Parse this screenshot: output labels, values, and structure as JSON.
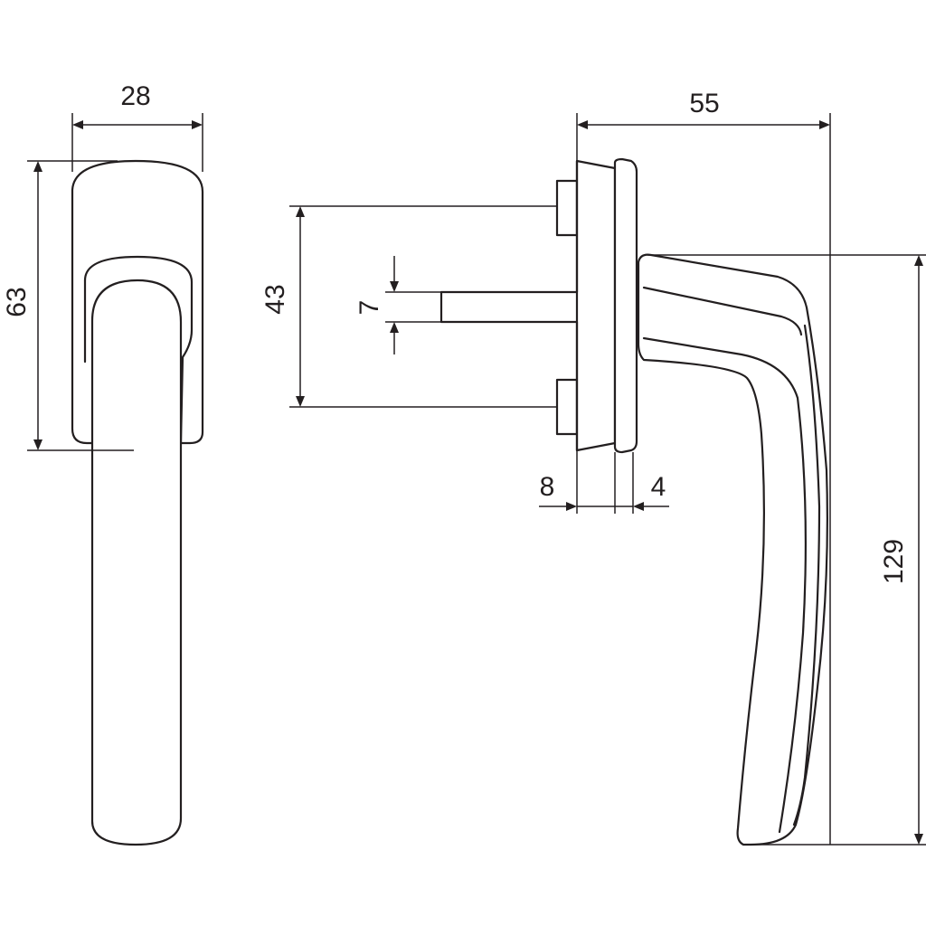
{
  "dimensions": {
    "top_width": "28",
    "top_height": "63",
    "side_depth": "55",
    "spindle_spacing": "43",
    "spindle_size": "7",
    "rose_thickness": "8",
    "plate_thickness": "4",
    "handle_height": "129"
  }
}
